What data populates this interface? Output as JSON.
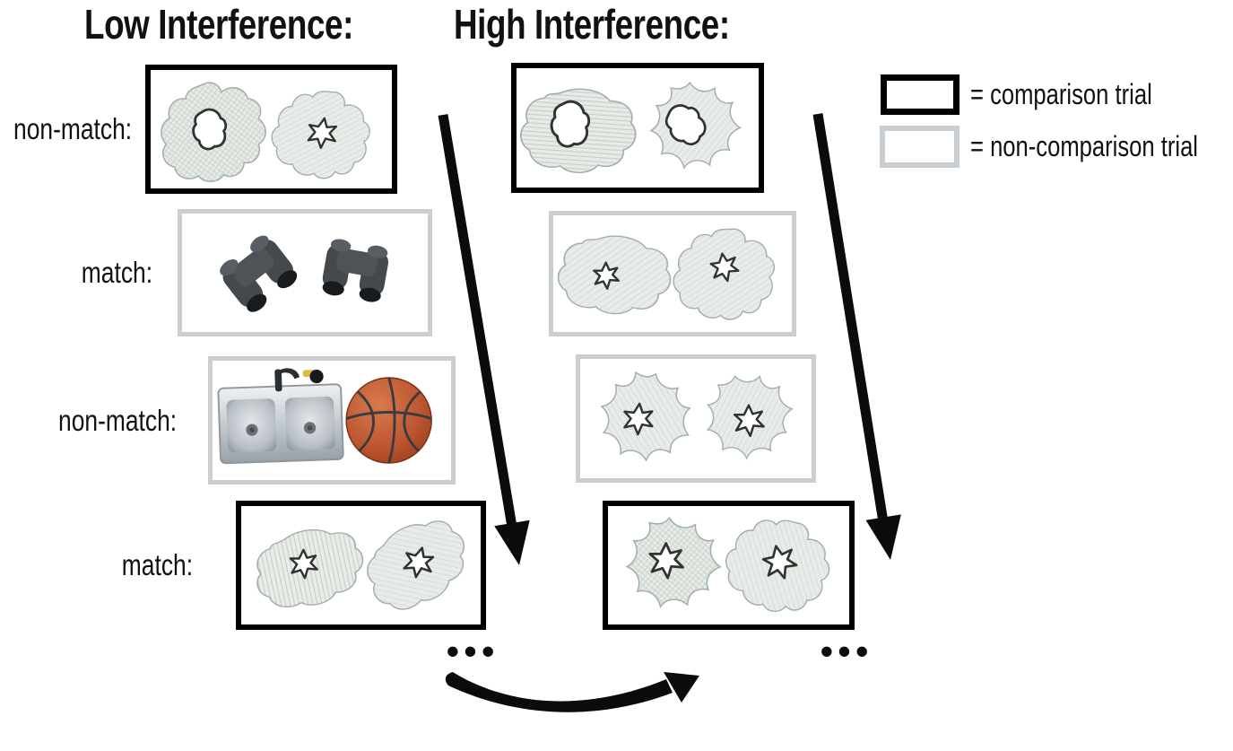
{
  "low": {
    "title": "Low Interference:",
    "trials": [
      {
        "label": "non-match:",
        "box": "comparison",
        "content": "abstract-shapes-pair"
      },
      {
        "label": "match:",
        "box": "non-comparison",
        "content": "binoculars-pair"
      },
      {
        "label": "non-match:",
        "box": "non-comparison",
        "content": "sink-and-basketball"
      },
      {
        "label": "match:",
        "box": "comparison",
        "content": "abstract-shapes-pair"
      }
    ],
    "ellipsis": "•••"
  },
  "high": {
    "title": "High Interference:",
    "trials": [
      {
        "box": "comparison",
        "content": "abstract-shapes-pair"
      },
      {
        "box": "non-comparison",
        "content": "abstract-shapes-pair"
      },
      {
        "box": "non-comparison",
        "content": "abstract-shapes-pair"
      },
      {
        "box": "comparison",
        "content": "abstract-shapes-pair"
      }
    ],
    "ellipsis": "•••"
  },
  "legend": {
    "comparison": {
      "label": "= comparison trial"
    },
    "non_comparison": {
      "label": "= non-comparison trial"
    }
  },
  "icons": {
    "sequence_arrow": "diagonal-down-arrow",
    "transition_arrow": "curved-swoosh-arrow",
    "continuation": "ellipsis-dots",
    "abstract_shape": "hatched-blob-with-cutout-hole",
    "objects": [
      "binoculars",
      "kitchen-sink",
      "basketball"
    ]
  },
  "colors": {
    "comparison_border": "#000000",
    "non_comparison_border": "#c9ced2",
    "shape_fill": "#e8ece9",
    "shape_hatch": "#c3cec6",
    "arrow": "#0b0b0b"
  }
}
